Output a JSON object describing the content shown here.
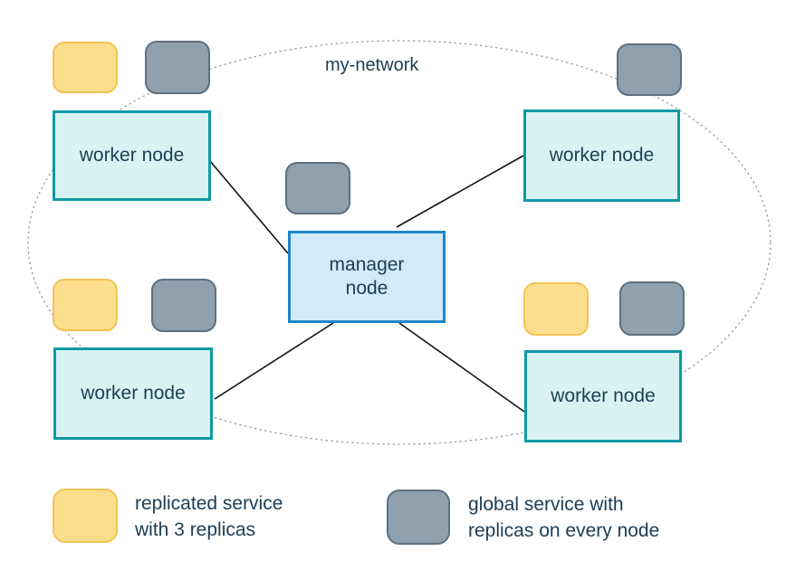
{
  "diagram": {
    "network_label": "my-network",
    "manager_node": {
      "label": "manager node",
      "services": [
        "global"
      ]
    },
    "worker_nodes": [
      {
        "id": "top-left",
        "label": "worker node",
        "services": [
          "replicated",
          "global"
        ]
      },
      {
        "id": "top-right",
        "label": "worker node",
        "services": [
          "global"
        ]
      },
      {
        "id": "bottom-left",
        "label": "worker node",
        "services": [
          "replicated",
          "global"
        ]
      },
      {
        "id": "bottom-right",
        "label": "worker node",
        "services": [
          "replicated",
          "global"
        ]
      }
    ],
    "legend": [
      {
        "type": "replicated-service",
        "line1": "replicated service",
        "line2": "with 3 replicas"
      },
      {
        "type": "global-service",
        "line1": "global service with",
        "line2": "replicas on every node"
      }
    ],
    "colors": {
      "replicated_fill": "#FBDE8D",
      "replicated_border": "#F2C455",
      "global_fill": "#8FA0AF",
      "global_border": "#5E7181",
      "worker_fill": "#D8F3F2",
      "worker_border": "#0F9AA4",
      "manager_fill": "#D3EAF9",
      "manager_border": "#1E87C8",
      "text": "#1C3D55",
      "network_outline": "#92A2B0",
      "link_line": "#141414"
    }
  }
}
